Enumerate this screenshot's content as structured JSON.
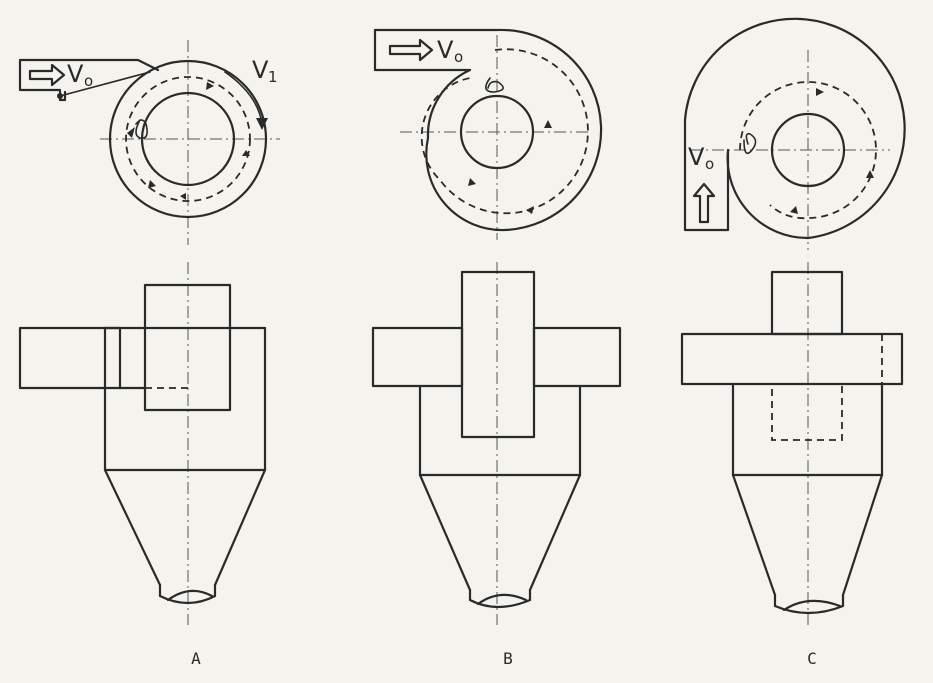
{
  "labels": {
    "a": "A",
    "b": "B",
    "c": "C"
  },
  "velocity": {
    "v_symbol": "V",
    "inlet_subscript": "o",
    "tangential_subscript": "1"
  },
  "colors": {
    "ink": "#2a2a2a",
    "paper": "#f4f3ee"
  }
}
